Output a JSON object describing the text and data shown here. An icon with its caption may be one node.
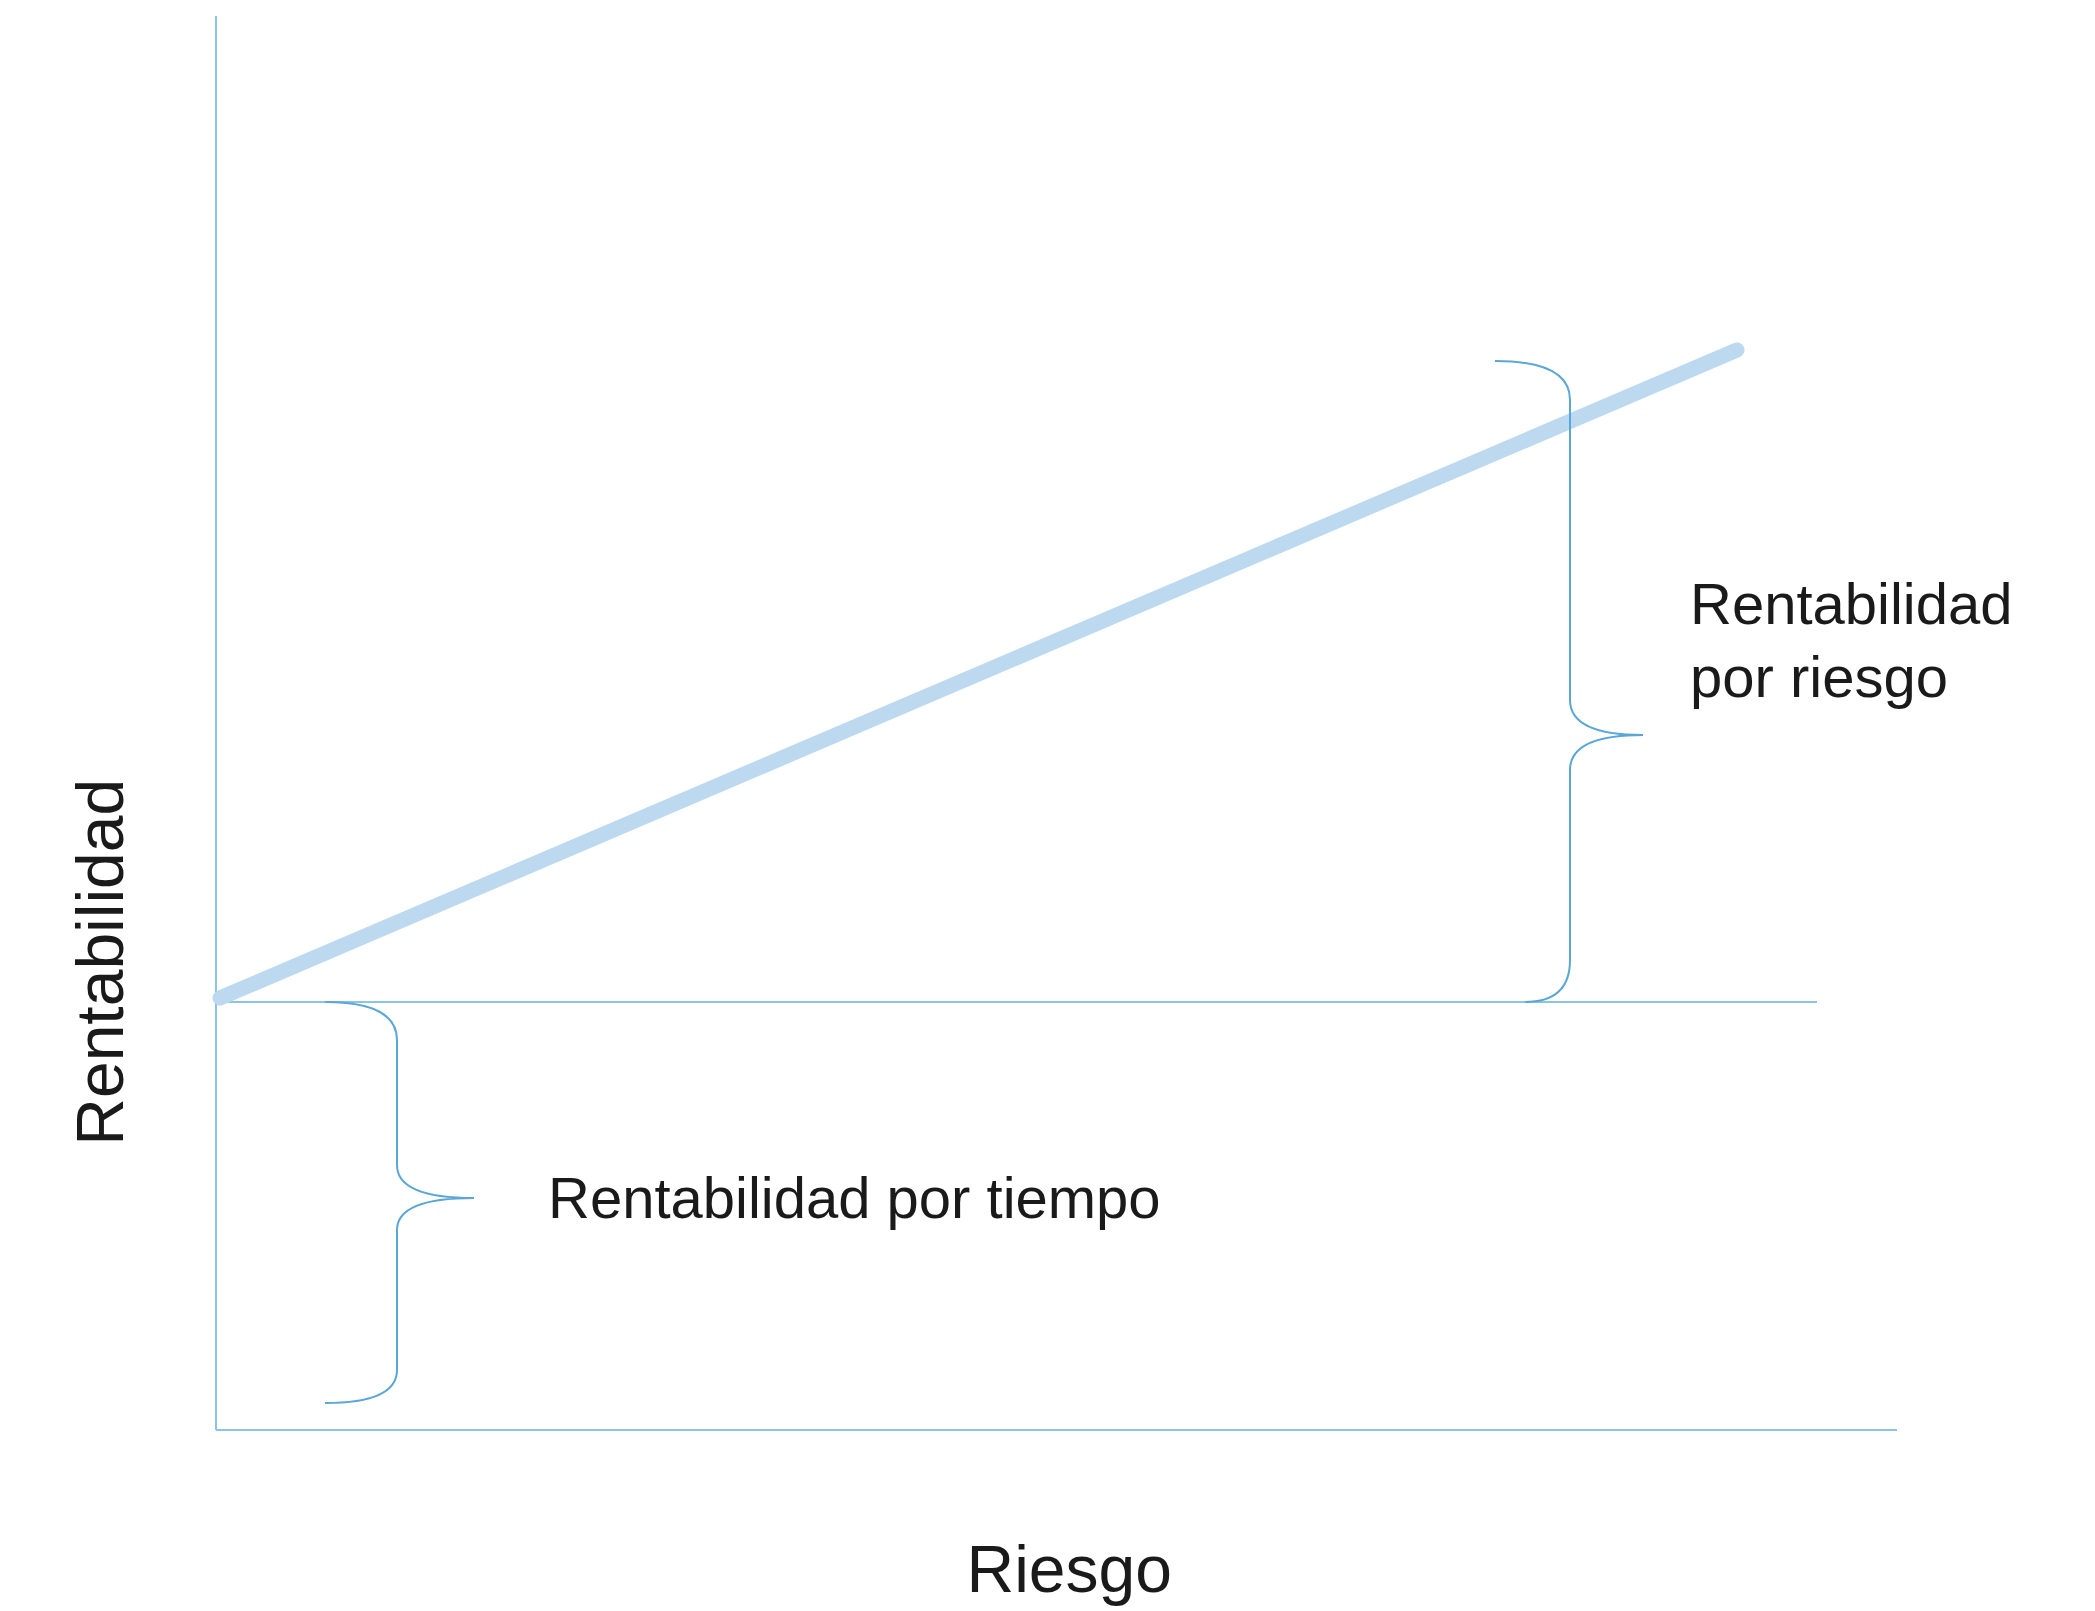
{
  "diagram": {
    "labels": [
      "Rentabilidad por riesgo",
      "Rentabilidad",
      "Rentabilidad por tiempo",
      "Riesgo"
    ]
  }
}
